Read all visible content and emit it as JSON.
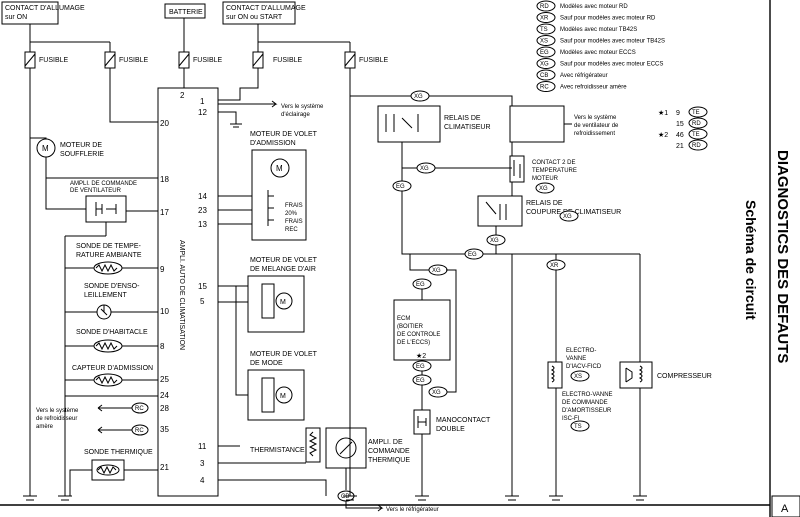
{
  "power": {
    "contact_allumage_on": [
      "CONTACT D'ALLUMAGE",
      "sur ON"
    ],
    "batterie": "BATTERIE",
    "contact_allumage_start": [
      "CONTACT D'ALLUMAGE",
      "sur ON ou START"
    ]
  },
  "fuses": [
    "FUSIBLE",
    "FUSIBLE",
    "FUSIBLE",
    "FUSIBLE",
    "FUSIBLE"
  ],
  "main_unit": {
    "label": "AMPLI. AUTO DE CLIMATISATION",
    "pins_left": [
      "20",
      "18",
      "17",
      "9",
      "10",
      "8",
      "25",
      "24",
      "28",
      "35",
      "21"
    ],
    "pins_right": [
      "2",
      "1",
      "12",
      "14",
      "23",
      "13",
      "15",
      "5",
      "11",
      "3",
      "4"
    ]
  },
  "left_components": {
    "moteur_soufflerie": [
      "MOTEUR DE",
      "SOUFFLERIE"
    ],
    "ampli_ventilateur": [
      "AMPLI. DE COMMANDE",
      "DE VENTILATEUR"
    ],
    "sonde_temp_amb": [
      "SONDE DE TEMPE-",
      "RATURE AMBIANTE"
    ],
    "sonde_ensoleillement": [
      "SONDE D'ENSO-",
      "LEILLEMENT"
    ],
    "sonde_habitacle": "SONDE D'HABITACLE",
    "capteur_admission": "CAPTEUR D'ADMISSION",
    "refroid_amere": [
      "Vers le système",
      "de refroidisseur",
      "amère"
    ],
    "sonde_thermique": "SONDE THERMIQUE"
  },
  "actuators": {
    "eclairage": [
      "Vers le système",
      "d'éclairage"
    ],
    "volet_admission": [
      "MOTEUR DE VOLET",
      "D'ADMISSION"
    ],
    "admission_positions": [
      "FRAIS",
      "20%",
      "FRAIS",
      "REC"
    ],
    "volet_melange": [
      "MOTEUR DE VOLET",
      "DE MELANGE D'AIR"
    ],
    "volet_mode": [
      "MOTEUR DE VOLET",
      "DE MODE"
    ],
    "thermistance": "THERMISTANCE",
    "ampli_thermique": [
      "AMPLI. DE",
      "COMMANDE",
      "THERMIQUE"
    ],
    "refrigerateur": "Vers le réfrigérateur"
  },
  "relays": {
    "relais_climatiseur": [
      "RELAIS DE",
      "CLIMATISEUR"
    ],
    "ventilateur_refroid": [
      "Vers le système",
      "de ventilateur de",
      "refroidissement"
    ],
    "contact_temp": [
      "CONTACT 2 DE",
      "TEMPERATURE",
      "MOTEUR"
    ],
    "relais_coupure": [
      "RELAIS DE",
      "COUPURE DE CLIMATISEUR"
    ],
    "ecm": [
      "ECM",
      "(BOITIER",
      "DE CONTROLE",
      "DE L'ECCS)"
    ],
    "manocontact": [
      "MANOCONTACT",
      "DOUBLE"
    ],
    "electrovanne_acv": [
      "ELECTRO-",
      "VANNE",
      "D'IACV-FICD"
    ],
    "electrovanne_isc": [
      "ELECTRO-VANNE",
      "DE COMMANDE",
      "D'AMORTISSEUR",
      "ISC-FI"
    ],
    "compresseur": "COMPRESSEUR"
  },
  "legend": [
    {
      "code": "RD",
      "text": "Modèles avec moteur RD"
    },
    {
      "code": "XR",
      "text": "Sauf pour modèles avec moteur RD"
    },
    {
      "code": "TS",
      "text": "Modèles avec moteur TB42S"
    },
    {
      "code": "XS",
      "text": "Sauf pour modèles avec moteur TB42S"
    },
    {
      "code": "EG",
      "text": "Modèles avec moteur ECCS"
    },
    {
      "code": "XG",
      "text": "Sauf pour modèles avec moteur ECCS"
    },
    {
      "code": "CB",
      "text": "Avec réfrigérateur"
    },
    {
      "code": "RC",
      "text": "Avec refroidisseur amère"
    }
  ],
  "pin_notes": [
    {
      "star": "★1",
      "pin": "9",
      "code": "TE"
    },
    {
      "star": "",
      "pin": "15",
      "code": "RD"
    },
    {
      "star": "★2",
      "pin": "46",
      "code": "TE"
    },
    {
      "star": "",
      "pin": "21",
      "code": "RD"
    }
  ],
  "codes": {
    "xg": "XG",
    "eg": "EG",
    "xr": "XR",
    "xs": "XS",
    "ts": "TS",
    "rc": "RC",
    "cb": "CB"
  },
  "stars": {
    "s1": "★1",
    "s2": "★2"
  },
  "side_title": "DIAGNOSTICS DES DEFAUTS",
  "side_subtitle": "Schéma de circuit",
  "corner": "A"
}
